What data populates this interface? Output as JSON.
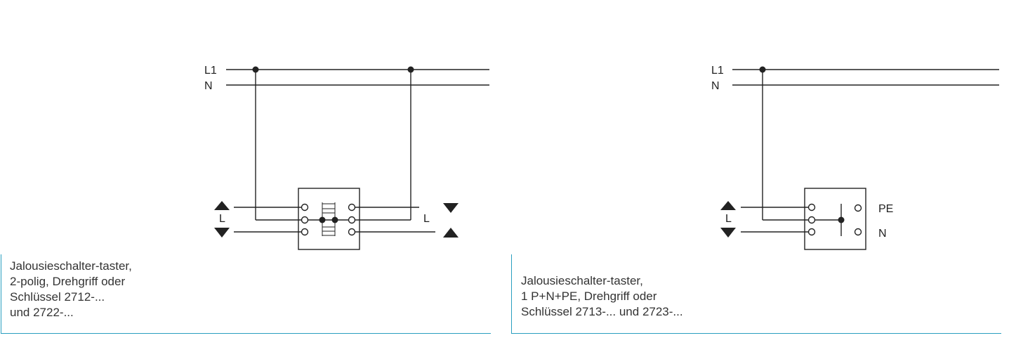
{
  "diagram_left": {
    "labels": {
      "l1": "L1",
      "n": "N",
      "l_left": "L",
      "l_right": "L"
    },
    "caption": [
      "Jalousieschalter-taster,",
      "2-polig, Drehgriff oder",
      "Schlüssel 2712-...",
      "und 2722-..."
    ]
  },
  "diagram_right": {
    "labels": {
      "l1": "L1",
      "n": "N",
      "l_left": "L",
      "pe": "PE",
      "n_out": "N"
    },
    "caption": [
      "Jalousieschalter-taster,",
      "1 P+N+PE, Drehgriff oder",
      "Schlüssel 2713-... und 2723-..."
    ]
  },
  "colors": {
    "line": "#222222",
    "frame": "#2a9fc0"
  }
}
